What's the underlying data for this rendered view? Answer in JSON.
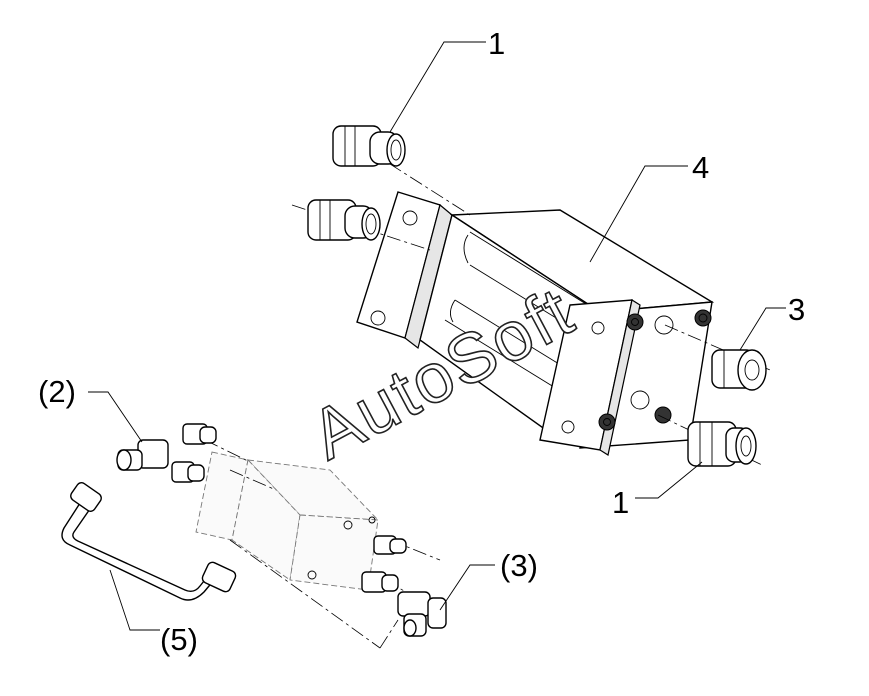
{
  "watermark": "AutoSoft",
  "callouts": {
    "fitting_top": "1",
    "block": "4",
    "plug": "3",
    "fitting_bottom": "1",
    "elbow_ref": "(2)",
    "tee_ref": "(3)",
    "tube_ref": "(5)"
  }
}
